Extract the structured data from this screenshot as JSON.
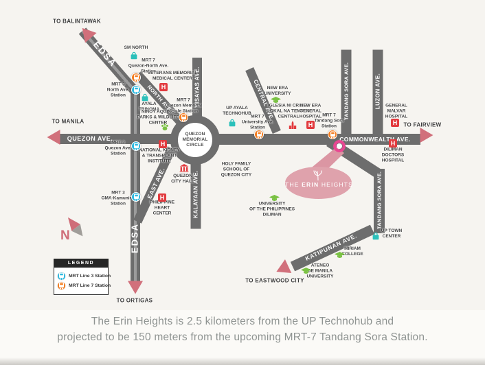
{
  "colors": {
    "road": "#6d6d6d",
    "road_stripe": "#9c9c9c",
    "background": "#f6f4f0",
    "map_text": "#3f3f3f",
    "road_label": "#ffffff",
    "caption_text": "#8f9492",
    "arrow_pink": "#d1707b",
    "badge_pink": "#dfa2ac",
    "badge_tail": "#db96a3",
    "pin_magenta": "#e94792",
    "mrt3_blue": "#2eb9e0",
    "mrt7_orange": "#f47d20",
    "hospital_red": "#e23b3f",
    "mall_teal": "#2bc0ba",
    "school_green": "#7ac143",
    "legend_black": "#262626",
    "needle_gray": "#a09d99"
  },
  "icon_letters": {
    "hospital": "H"
  },
  "compass": {
    "label": "N"
  },
  "circle": {
    "lines": [
      "QUEZON",
      "MEMORIAL",
      "CIRCLE"
    ]
  },
  "erin_heights": {
    "the": "THE",
    "erin": "ERIN",
    "heights": "HEIGHTS"
  },
  "legend": {
    "title": "LEGEND",
    "items": [
      {
        "label": "MRT Line 3 Station",
        "line": "3"
      },
      {
        "label": "MRT Line 7 Station",
        "line": "7"
      }
    ]
  },
  "caption": {
    "line1": "The Erin Heights is 2.5 kilometers from the UP Technohub and",
    "line2": "projected to be 150 meters from the upcoming MRT-7 Tandang Sora Station."
  },
  "roads": [
    {
      "id": "edsa-diagonal",
      "c": [
        160,
        91
      ],
      "len": 122,
      "w": 14,
      "rot": 49,
      "stripe": true
    },
    {
      "id": "edsa-vertical",
      "c": [
        197,
        269
      ],
      "len": 282,
      "w": 14,
      "rot": 90,
      "stripe": true
    },
    {
      "id": "north-ave",
      "c": [
        231,
        142
      ],
      "len": 92,
      "w": 13,
      "rot": 48
    },
    {
      "id": "quezon-ave",
      "c": [
        169,
        202
      ],
      "len": 166,
      "w": 15,
      "rot": 0
    },
    {
      "id": "commonwealth-ave",
      "c": [
        463,
        203
      ],
      "len": 298,
      "w": 16,
      "rot": 0
    },
    {
      "id": "visayas-ave",
      "c": [
        287,
        128
      ],
      "len": 88,
      "w": 14,
      "rot": 90
    },
    {
      "id": "central-ave",
      "c": [
        383,
        146
      ],
      "len": 100,
      "w": 13,
      "rot": 66.6
    },
    {
      "id": "tandang-sora-ave-north",
      "c": [
        504,
        134
      ],
      "len": 124,
      "w": 15,
      "rot": 90
    },
    {
      "id": "luzon-ave",
      "c": [
        550,
        134
      ],
      "len": 124,
      "w": 15,
      "rot": 90
    },
    {
      "id": "kalayaan-ave",
      "c": [
        285,
        284
      ],
      "len": 98,
      "w": 15,
      "rot": 90
    },
    {
      "id": "east-ave",
      "c": [
        225,
        269
      ],
      "len": 118,
      "w": 13,
      "rot": -65
    },
    {
      "id": "tandang-sora-connector",
      "c": [
        516,
        230
      ],
      "len": 88,
      "w": 15,
      "rot": 33
    },
    {
      "id": "tandang-sora-ave-south",
      "c": [
        552,
        293
      ],
      "len": 94,
      "w": 16,
      "rot": 90
    },
    {
      "id": "katipunan-ave",
      "c": [
        484,
        361
      ],
      "len": 128,
      "w": 15,
      "rot": -25
    }
  ],
  "road_labels": [
    {
      "id": "edsa-diagonal",
      "text": "EDSA",
      "p": [
        153,
        79
      ],
      "rot": 49,
      "size": 13,
      "ls": 2
    },
    {
      "id": "north-ave",
      "text": "NORTH AVE.",
      "p": [
        233,
        144
      ],
      "rot": 48,
      "size": 7.5,
      "ls": 0.5
    },
    {
      "id": "quezon-ave",
      "text": "QUEZON AVE.",
      "p": [
        131,
        202
      ],
      "rot": 0,
      "size": 9,
      "ls": 0.5
    },
    {
      "id": "visayas-ave",
      "text": "VISAYAS AVE.",
      "p": [
        287,
        127
      ],
      "rot": -90,
      "size": 8,
      "ls": 0.5
    },
    {
      "id": "central-ave",
      "text": "CENTRAL AVE.",
      "p": [
        384,
        146
      ],
      "rot": 67,
      "size": 8,
      "ls": 0.5
    },
    {
      "id": "tandang-sora-ave-north",
      "text": "TANDANG SORA AVE.",
      "p": [
        504,
        133
      ],
      "rot": -90,
      "size": 7.5,
      "ls": 0.3
    },
    {
      "id": "luzon-ave",
      "text": "LUZON AVE.",
      "p": [
        550,
        133
      ],
      "rot": -90,
      "size": 8,
      "ls": 0.5
    },
    {
      "id": "commonwealth-ave",
      "text": "COMMONWEALTH AVE.",
      "p": [
        546,
        203
      ],
      "rot": 0,
      "size": 8.5,
      "ls": 0.4
    },
    {
      "id": "east-ave",
      "text": "EAST AVE.",
      "p": [
        227,
        267
      ],
      "rot": -65,
      "size": 8.5,
      "ls": 0.5
    },
    {
      "id": "kalayaan-ave",
      "text": "KALAYAAN AVE.",
      "p": [
        285,
        283
      ],
      "rot": -90,
      "size": 8,
      "ls": 0.5
    },
    {
      "id": "tandang-sora-ave-south",
      "text": "TANDANG SORA AVE.",
      "p": [
        552,
        292
      ],
      "rot": -90,
      "size": 7.5,
      "ls": 0.3
    },
    {
      "id": "katipunan-ave",
      "text": "KATIPUNAN AVE.",
      "p": [
        482,
        360
      ],
      "rot": -25,
      "size": 8.5,
      "ls": 0.8
    },
    {
      "id": "edsa-vertical",
      "text": "EDSA",
      "p": [
        196,
        347
      ],
      "rot": -90,
      "size": 13,
      "ls": 2
    }
  ],
  "directions": [
    {
      "id": "to-balintawak",
      "label": "TO BALINTAWAK",
      "lp": [
        112,
        31
      ],
      "ap": [
        126,
        48
      ],
      "rot": -41
    },
    {
      "id": "to-manila",
      "label": "TO MANILA",
      "lp": [
        99,
        177
      ],
      "ap": [
        78,
        200
      ],
      "rot": -90
    },
    {
      "id": "to-fairview",
      "label": "TO FAIRVIEW",
      "lp": [
        615,
        182
      ],
      "ap": [
        621,
        197
      ],
      "rot": 90
    },
    {
      "id": "to-ortigas",
      "label": "TO ORTIGAS",
      "lp": [
        196,
        438
      ],
      "ap": [
        197,
        419
      ],
      "rot": 180
    },
    {
      "id": "to-eastwood-city",
      "label": "TO EASTWOOD CITY",
      "lp": [
        400,
        409
      ],
      "ap": [
        411,
        392
      ],
      "rot": -115
    }
  ],
  "stations": [
    {
      "id": "mrt7-quezon-north-ave",
      "line": "7",
      "p": [
        198,
        113
      ],
      "label": {
        "lines": [
          "MRT 7",
          "Quezon-North Ave.",
          "Station"
        ],
        "p": [
          216,
          96
        ]
      }
    },
    {
      "id": "mrt3-north-ave",
      "line": "3",
      "p": [
        198,
        131
      ],
      "label": {
        "lines": [
          "MRT 3",
          "North Ave.",
          "Station"
        ],
        "p": [
          172,
          131
        ]
      }
    },
    {
      "id": "mrt7-quezon-memorial-circle",
      "line": "7",
      "p": [
        267,
        171
      ],
      "label": {
        "lines": [
          "MRT 7",
          "Quezon Memorial",
          "Circle Station"
        ],
        "p": [
          267,
          154
        ]
      }
    },
    {
      "id": "mrt3-quezon-ave",
      "line": "3",
      "p": [
        198,
        213
      ],
      "label": {
        "lines": [
          "MRT 3",
          "Quezon Ave.",
          "Station"
        ],
        "p": [
          172,
          216
        ]
      }
    },
    {
      "id": "mrt7-university-ave",
      "line": "7",
      "p": [
        377,
        196
      ],
      "label": {
        "lines": [
          "MRT 7",
          "University Ave.",
          "Station"
        ],
        "p": [
          375,
          178
        ]
      }
    },
    {
      "id": "mrt7-tandang-sora",
      "line": "7",
      "p": [
        484,
        196
      ],
      "label": {
        "lines": [
          "MRT 7",
          "Tandang Sora",
          "Station"
        ],
        "p": [
          479,
          176
        ]
      }
    },
    {
      "id": "mrt3-gma-kamuning",
      "line": "3",
      "p": [
        198,
        287
      ],
      "label": {
        "lines": [
          "MRT 3",
          "GMA-Kamuning",
          "Station"
        ],
        "p": [
          172,
          289
        ]
      }
    }
  ],
  "landmarks": [
    {
      "id": "sm-north",
      "type": "mall",
      "p": [
        196,
        81
      ],
      "label": {
        "lines": [
          "SM NORTH"
        ],
        "p": [
          198,
          70
        ]
      }
    },
    {
      "id": "veterans-memorial-medical-center",
      "type": "hospital",
      "p": [
        239,
        127
      ],
      "label": {
        "lines": [
          "VETERANS MEMORIAL",
          "MEDICAL CENTER"
        ],
        "p": [
          251,
          111
        ]
      }
    },
    {
      "id": "ayala-trinoma",
      "type": "mall",
      "p": [
        212,
        142
      ],
      "label": {
        "lines": [
          "AYALA",
          "TRINOMA"
        ],
        "p": [
          217,
          156
        ]
      }
    },
    {
      "id": "ninoy-aquino-parks-wildlife",
      "type": "park",
      "p": [
        241,
        185
      ],
      "label": {
        "lines": [
          "NINOY AQUINO",
          "PARKS & WILDLIFE",
          "CENTER"
        ],
        "p": [
          230,
          171
        ]
      }
    },
    {
      "id": "national-kidney-transplant-institute",
      "type": "hospital",
      "p": [
        238,
        210
      ],
      "label": {
        "lines": [
          "NATIONAL KIDNEY",
          "& TRANSPLANT",
          "INSTITUTE"
        ],
        "p": [
          232,
          227
        ]
      }
    },
    {
      "id": "quezon-city-hall",
      "type": "cityhall",
      "p": [
        268,
        245
      ],
      "label": {
        "lines": [
          "QUEZON",
          "CITY HALL"
        ],
        "p": [
          266,
          261
        ]
      }
    },
    {
      "id": "philippine-heart-center",
      "type": "hospital",
      "p": [
        237,
        288
      ],
      "label": {
        "lines": [
          "PHILIPPINE",
          "HEART",
          "CENTER"
        ],
        "p": [
          236,
          303
        ]
      }
    },
    {
      "id": "up-ayala-technohub",
      "type": "mall",
      "p": [
        339,
        179
      ],
      "label": {
        "lines": [
          "UP AYALA",
          "TECHNOHUB"
        ],
        "p": [
          345,
          162
        ]
      }
    },
    {
      "id": "new-era-university",
      "type": "school",
      "p": [
        401,
        147
      ],
      "label": {
        "lines": [
          "NEW ERA",
          "UNIVERSITY"
        ],
        "p": [
          404,
          133
        ]
      }
    },
    {
      "id": "iglesia-ni-cristo-templo-central",
      "type": "church",
      "p": [
        427,
        182
      ],
      "label": {
        "lines": [
          "IGLESIA NI CRISTO",
          "LOKAL NA TEMPLO",
          "CENTRAL"
        ],
        "p": [
          420,
          162
        ]
      }
    },
    {
      "id": "new-era-general-hospital",
      "type": "hospital",
      "p": [
        453,
        182
      ],
      "label": {
        "lines": [
          "NEW ERA",
          "GENERAL",
          "HOSPITAL"
        ],
        "p": [
          452,
          162
        ]
      }
    },
    {
      "id": "general-malvar-hospital",
      "type": "hospital",
      "p": [
        576,
        179
      ],
      "label": {
        "lines": [
          "GENERAL",
          "MALVAR",
          "HOSPITAL"
        ],
        "p": [
          577,
          162
        ]
      }
    },
    {
      "id": "diliman-doctors-hospital",
      "type": "hospital",
      "p": [
        573,
        209
      ],
      "label": {
        "lines": [
          "DILIMAN",
          "DOCTORS",
          "HOSPITAL"
        ],
        "p": [
          572,
          226
        ]
      }
    },
    {
      "id": "holy-family-school",
      "type": "none",
      "p": [
        344,
        247
      ],
      "label": {
        "lines": [
          "HOLY FAMILY",
          "SCHOOL OF",
          "QUEZON CITY"
        ],
        "p": [
          344,
          247
        ]
      }
    },
    {
      "id": "university-of-the-philippines-diliman",
      "type": "school",
      "p": [
        399,
        290
      ],
      "label": {
        "lines": [
          "UNIVERSITY",
          "OF THE PHILIPPINES",
          "DILIMAN"
        ],
        "p": [
          396,
          305
        ]
      }
    },
    {
      "id": "up-town-center",
      "type": "mall",
      "p": [
        548,
        344
      ],
      "label": {
        "lines": [
          "UP TOWN",
          "CENTER"
        ],
        "p": [
          570,
          341
        ]
      }
    },
    {
      "id": "miriam-college",
      "type": "school",
      "p": [
        494,
        373
      ],
      "label": {
        "lines": [
          "MIRIAM",
          "COLLEGE"
        ],
        "p": [
          513,
          367
        ]
      }
    },
    {
      "id": "ateneo-de-manila-university",
      "type": "school",
      "p": [
        445,
        396
      ],
      "label": {
        "lines": [
          "ATENEO",
          "DE MANILA",
          "UNIVERSITY"
        ],
        "p": [
          466,
          395
        ]
      }
    }
  ]
}
